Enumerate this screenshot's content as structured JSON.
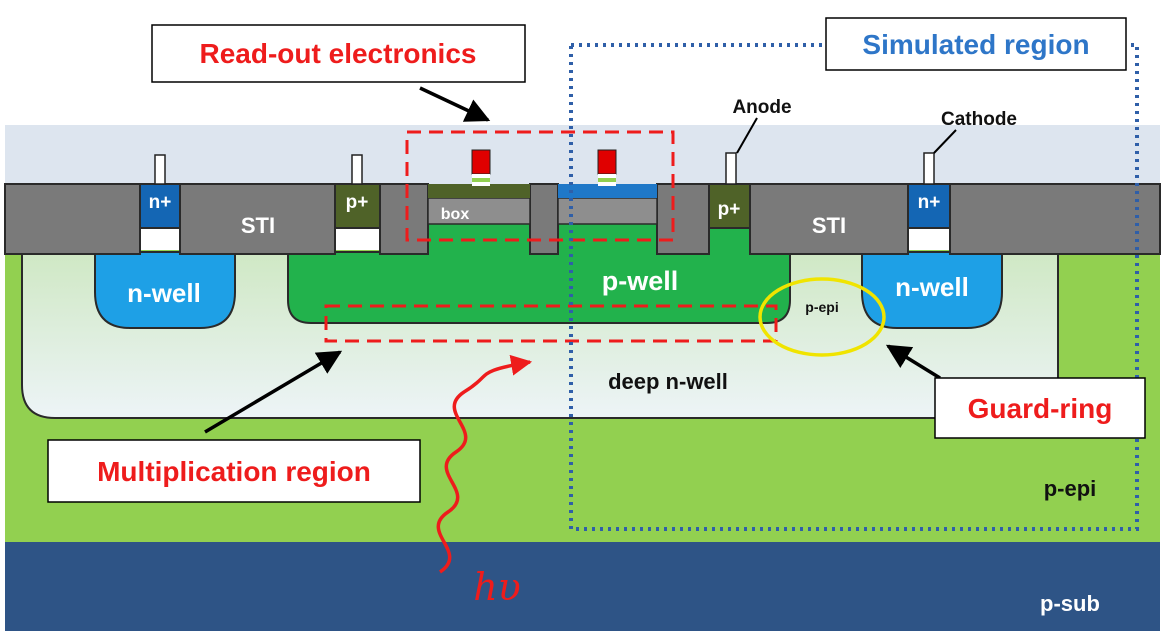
{
  "labels": {
    "readout": "Read-out electronics",
    "simulated": "Simulated region",
    "anode": "Anode",
    "cathode": "Cathode",
    "n_plus_left": "n+",
    "n_plus_right": "n+",
    "p_plus_left": "p+",
    "p_plus_right": "p+",
    "sti_left": "STI",
    "sti_right": "STI",
    "box": "box",
    "n_well_left": "n-well",
    "n_well_right": "n-well",
    "p_well": "p-well",
    "p_epi_small": "p-epi",
    "deep_n_well": "deep n-well",
    "guard_ring": "Guard-ring",
    "multiplication": "Multiplication region",
    "p_epi": "p-epi",
    "p_sub": "p-sub",
    "photon": "hυ"
  },
  "colors": {
    "accent_red": "#ee1c1c",
    "accent_blue": "#2e76c8",
    "dotted_blue": "#2f5fa8",
    "guard_yellow": "#f0e400",
    "p_epi_green": "#92d050",
    "p_well_green": "#22b24c",
    "n_well_blue": "#1ea0e6",
    "n_plus_blue": "#1466b4",
    "p_plus_olive": "#4f6228",
    "sti_gray": "#7a7a7a",
    "substrate_blue": "#2e5486",
    "passivation": "#dde5ef"
  }
}
